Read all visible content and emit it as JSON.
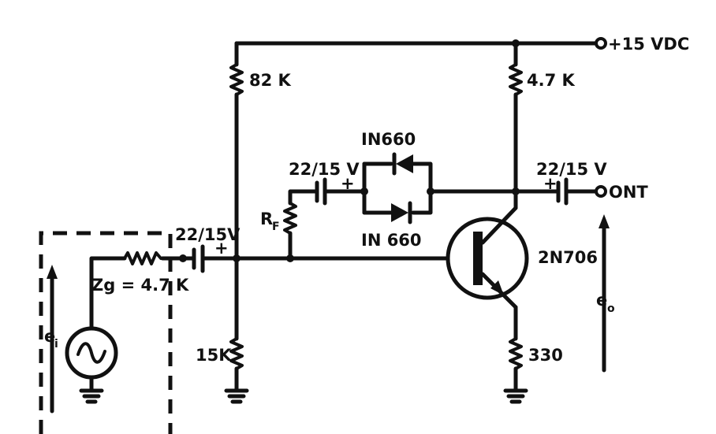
{
  "supply": {
    "label": "+15 VDC"
  },
  "output": {
    "label": "ONT",
    "voltage_main": "e",
    "voltage_sub": "o"
  },
  "input": {
    "voltage_main": "e",
    "voltage_sub": "i",
    "source_impedance": "Zg = 4.7 K"
  },
  "resistors": {
    "r_bias_top": "82 K",
    "r_bias_bottom": "15K",
    "r_collector": "4.7 K",
    "r_emitter": "330",
    "r_feedback_main": "R",
    "r_feedback_sub": "F"
  },
  "capacitors": {
    "c_input": "22/15V",
    "c_feedback": "22/15 V",
    "c_output": "22/15 V",
    "polarity": "+"
  },
  "diodes": {
    "d_top": "IN660",
    "d_bottom": "IN 660"
  },
  "transistor": {
    "label": "2N706"
  },
  "colors": {
    "ink": "#111111",
    "paper": "#ffffff"
  }
}
